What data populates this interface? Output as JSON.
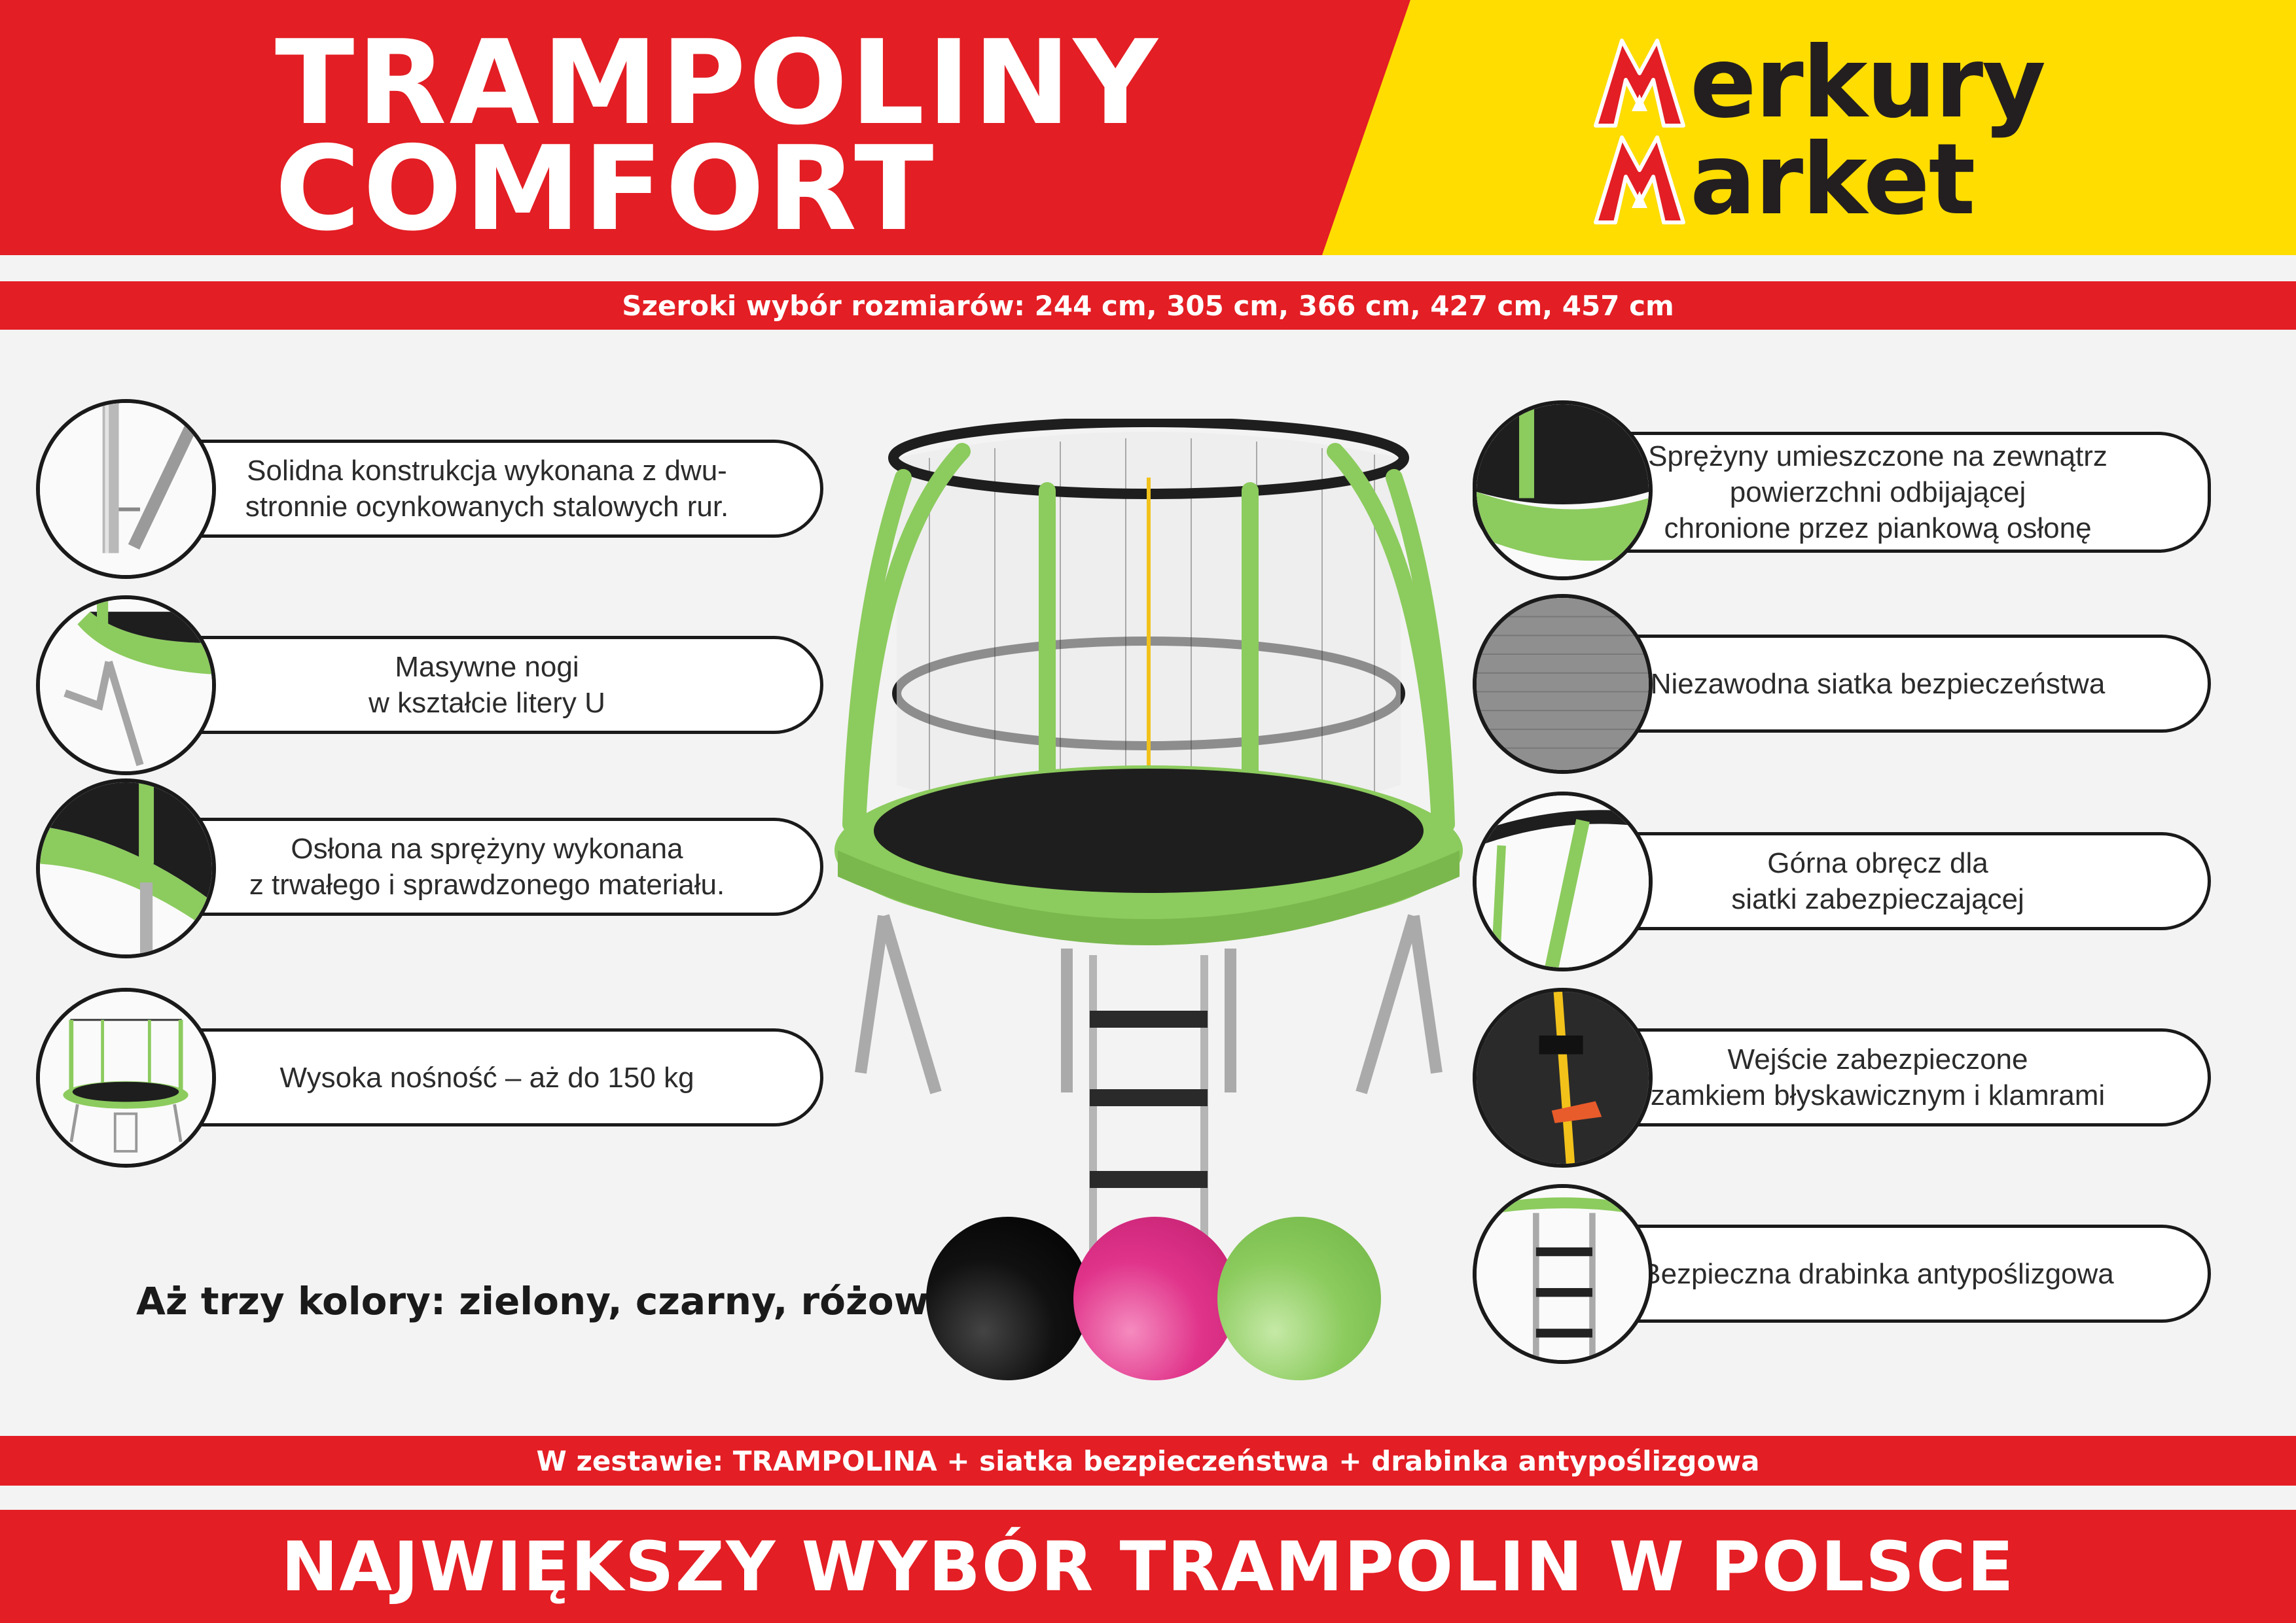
{
  "header": {
    "title_line1": "TRAMPOLINY",
    "title_line2": "COMFORT",
    "logo_line1": "erkury",
    "logo_line2": "arket",
    "logo_text": "Merkury Market"
  },
  "sizes_band": "Szeroki wybór rozmiarów: 244 cm, 305 cm, 366 cm, 427 cm, 457 cm",
  "features_left": [
    {
      "text": "Solidna konstrukcja wykonana z dwu-\nstronnie ocynkowanych stalowych rur.",
      "icon": "steel-tube-icon"
    },
    {
      "text": "Masywne nogi\nw kształcie litery U",
      "icon": "u-leg-icon"
    },
    {
      "text": "Osłona na sprężyny wykonana\nz trwałego i sprawdzonego materiału.",
      "icon": "spring-cover-icon"
    },
    {
      "text": "Wysoka nośność – aż do 150 kg",
      "icon": "trampoline-thumb-icon"
    }
  ],
  "features_right": [
    {
      "text": "Sprężyny umieszczone na zewnątrz\npowierzchni odbijającej\nchronione przez piankową osłonę",
      "icon": "springs-outside-icon"
    },
    {
      "text": "Niezawodna siatka bezpieczeństwa",
      "icon": "safety-net-icon"
    },
    {
      "text": "Górna obręcz dla\nsiatki zabezpieczającej",
      "icon": "top-ring-icon"
    },
    {
      "text": "Wejście zabezpieczone\nzamkiem błyskawicznym i klamrami",
      "icon": "zipper-entry-icon"
    },
    {
      "text": "Bezpieczna drabinka antypoślizgowa",
      "icon": "ladder-icon"
    }
  ],
  "colors_label": "Aż trzy kolory: zielony, czarny, różowy",
  "color_swatches": [
    "#111111",
    "#e0338a",
    "#8ccb5e"
  ],
  "set_band": "W zestawie: TRAMPOLINA + siatka bezpieczeństwa + drabinka antypoślizgowa",
  "footer": "NAJWIĘKSZY WYBÓR TRAMPOLIN W POLSCE",
  "colors": {
    "red": "#e31e24",
    "yellow": "#ffdd00",
    "green": "#8ccb5e"
  }
}
